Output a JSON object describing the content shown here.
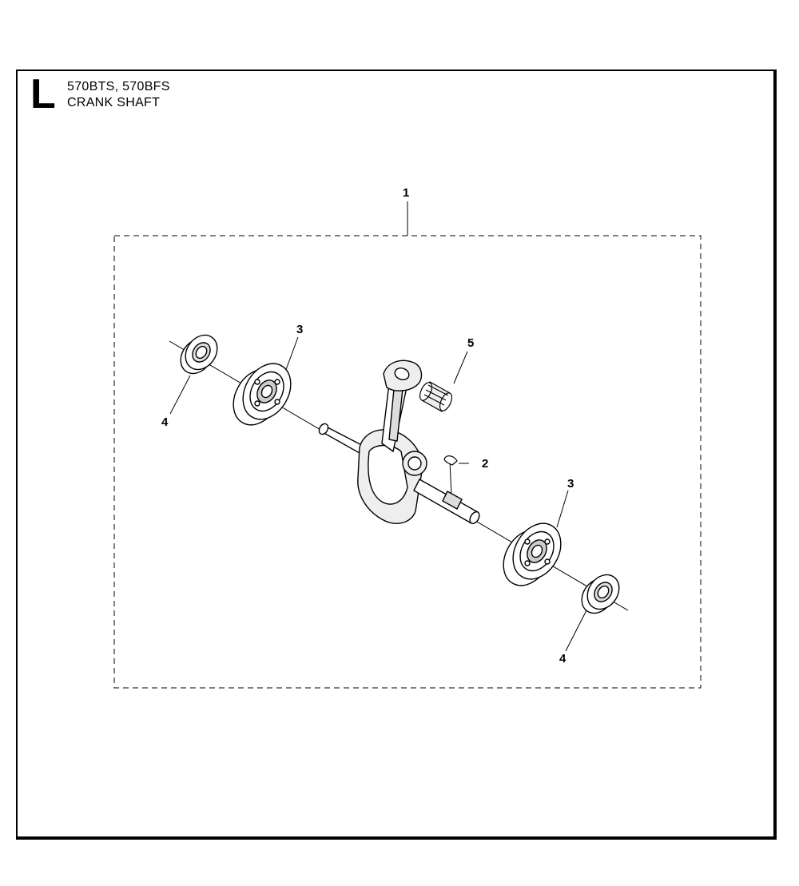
{
  "header": {
    "section_letter": "L",
    "models": "570BTS, 570BFS",
    "title": "CRANK SHAFT"
  },
  "diagram": {
    "callouts": [
      "1",
      "2",
      "3",
      "3",
      "4",
      "4",
      "5"
    ]
  }
}
